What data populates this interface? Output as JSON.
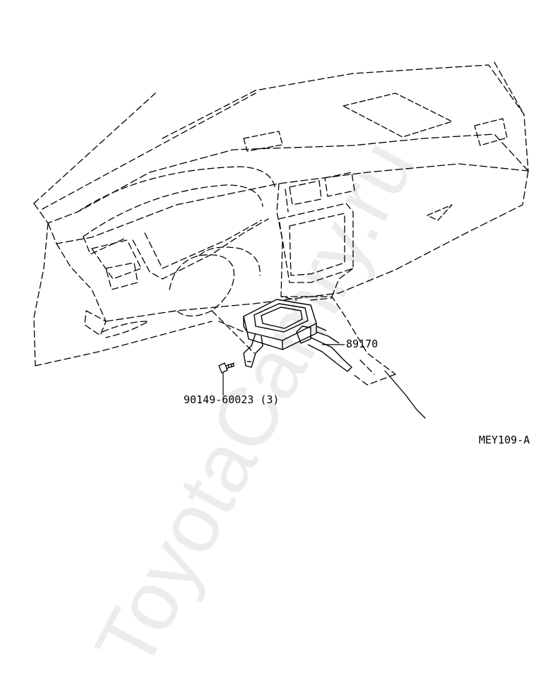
{
  "diagram": {
    "part_module": "89170",
    "part_bolt": "90149-60023 (3)",
    "figure_code": "MEY109-A"
  },
  "watermark": "ToyotaCamry.ru"
}
